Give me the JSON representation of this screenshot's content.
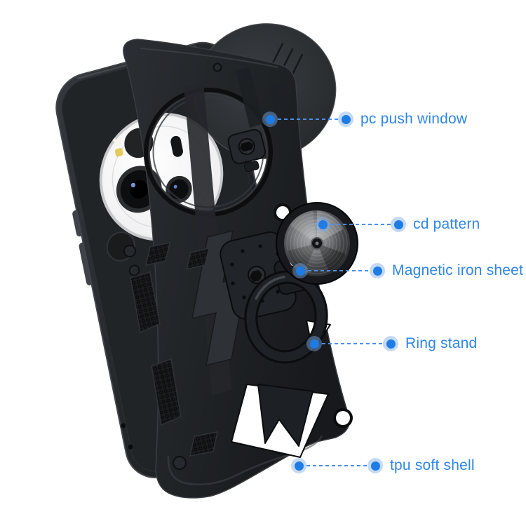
{
  "figure": {
    "background": "#ffffff",
    "kind": "annotated product figure of an armor phone case"
  },
  "style": {
    "accent_text_color": "#2e86e8",
    "dot_color": "#1e7ce5",
    "dot_halo_color": "rgba(125,170,230,0.45)",
    "leader_line_color": "#4a8fe8",
    "product_dark": "#1d2023",
    "camera_module_white": "#f4f4f6",
    "cd_metal_light": "#a9abae"
  },
  "annotations": [
    {
      "id": "pc-push-window",
      "label": "pc push window"
    },
    {
      "id": "cd-pattern",
      "label": "cd pattern"
    },
    {
      "id": "magnetic-iron-sheet",
      "label": "Magnetic iron sheet"
    },
    {
      "id": "ring-stand",
      "label": "Ring stand"
    },
    {
      "id": "tpu-soft-shell",
      "label": "tpu soft shell"
    }
  ],
  "scene": {
    "parts": [
      "phone",
      "camera-module",
      "slide-cover-disc",
      "slide-hinge",
      "case-shell",
      "magnetic-plate",
      "ring-stand",
      "cd-pattern-disc",
      "kickstand"
    ]
  }
}
